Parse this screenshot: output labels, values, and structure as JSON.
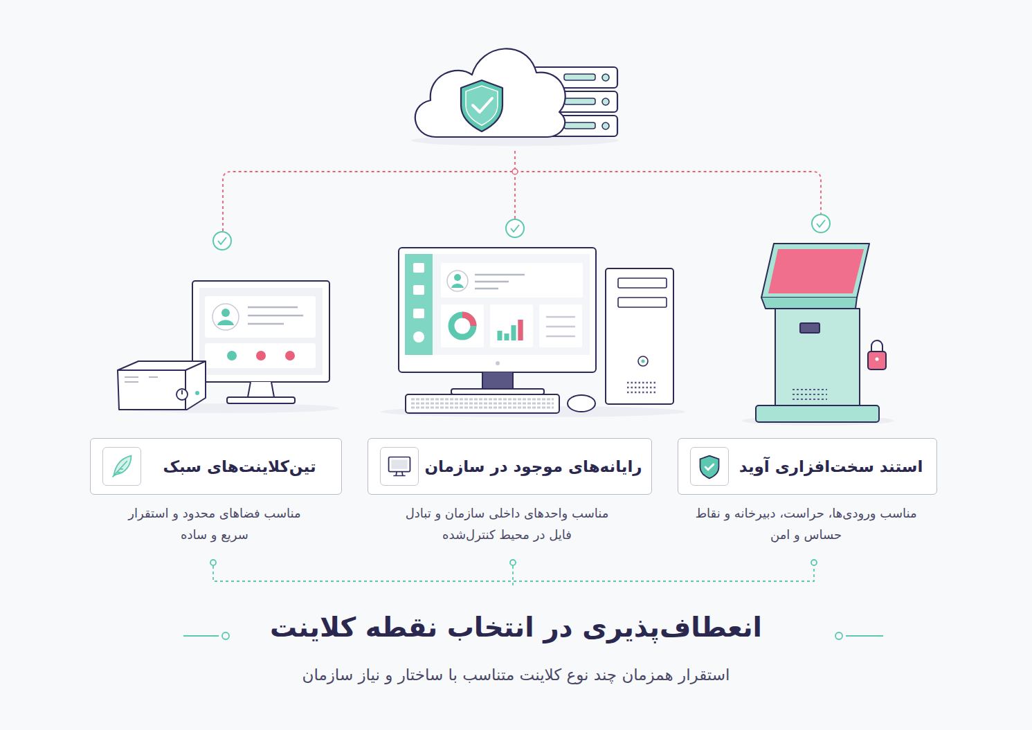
{
  "diagram": {
    "title": "انعطاف‌پذیری در انتخاب نقطه کلاینت",
    "caption": "استقرار همزمان چند نوع کلاینت متناسب با ساختار و نیاز سازمان",
    "nodes": [
      {
        "text": [
          "استند سخت‌افزاری آوید",
          "مناسب ورودی‌ها، حراست، دبیرخانه و نقاط حساس و امن"
        ]
      },
      {
        "text": [
          "رایانه‌های موجود در سازمان",
          "مناسب واحدهای داخلی سازمان و تبادل فایل در محیط کنترل‌شده"
        ]
      },
      {
        "text": [
          "تین‌کلاینت‌های سبک",
          "مناسب فضاهای محدود و استقرار سریع و ساده"
        ]
      }
    ]
  }
}
